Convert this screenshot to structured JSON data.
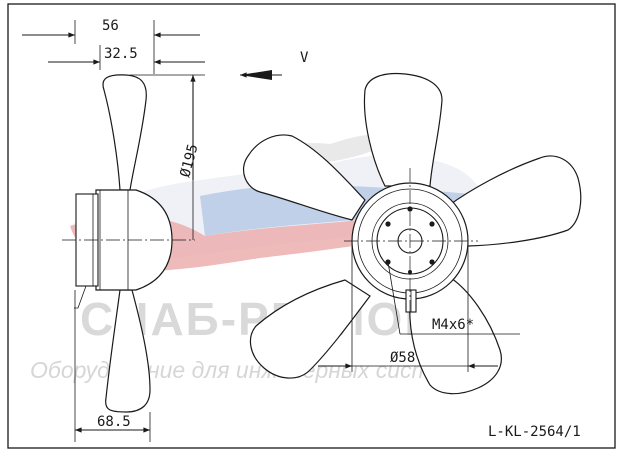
{
  "drawing": {
    "view_label": "V",
    "drawing_code": "L-KL-2564/1"
  },
  "dimensions": {
    "overall_depth": "56",
    "hub_depth": "32.5",
    "fan_diameter": "Ø195",
    "total_width": "68.5",
    "hub_diameter": "Ø58",
    "thread": "M4x6*"
  },
  "watermark": {
    "brand": "СНАБ-РЕГИОН",
    "tagline": "Оборудование для инженерных систем"
  },
  "colors": {
    "line": "#1a1a1a",
    "watermark_map_red": "#e9a6a6",
    "watermark_map_blue": "#a8bfe0",
    "watermark_text": "#d9d9d9"
  }
}
